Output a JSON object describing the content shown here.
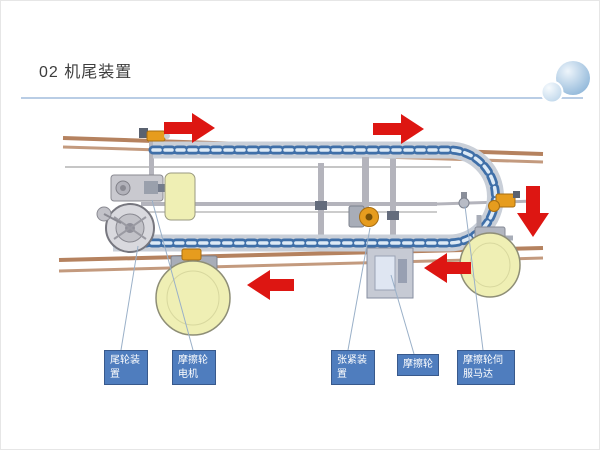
{
  "slide": {
    "title": "02 机尾装置"
  },
  "diagram": {
    "callouts": [
      {
        "id": "tail-wheel-device",
        "text": "尾轮装置"
      },
      {
        "id": "friction-wheel-motor",
        "text": "摩擦轮电机"
      },
      {
        "id": "tension-device",
        "text": "张紧装置"
      },
      {
        "id": "friction-wheel",
        "text": "摩擦轮"
      },
      {
        "id": "friction-wheel-servo",
        "text": "摩擦轮伺服马达"
      }
    ],
    "flow_arrows": [
      "right",
      "right",
      "down",
      "left",
      "left"
    ]
  },
  "colors": {
    "arrow_red": "#dd1612",
    "label_blue": "#4f7dbe",
    "chain_blue": "#3f6fa8",
    "chain_inner": "#ddeaf6",
    "rail_copper": "#b5825f",
    "wheel_yellow": "#efefb4",
    "accent_orange": "#e69c1e",
    "callout_line": "#9ab0c8",
    "divider_blue": "#b9cde5",
    "logo_big": "#93b9d9",
    "logo_small": "#c3d9ec"
  }
}
